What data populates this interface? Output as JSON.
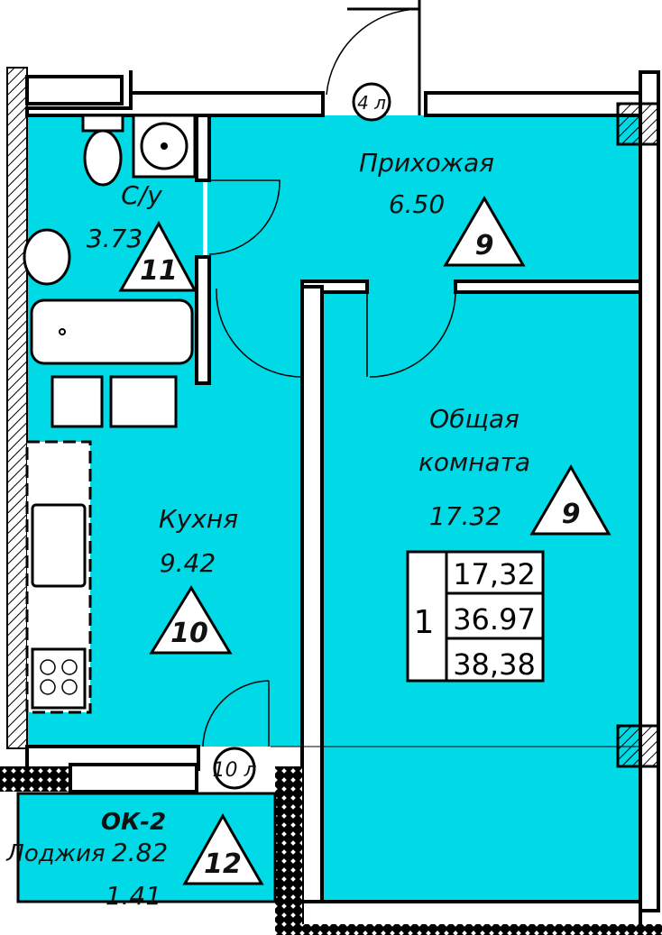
{
  "colors": {
    "room_fill": "#00d9e6",
    "wall": "#000000"
  },
  "rooms": [
    {
      "name": "Прихожая",
      "area": "6.50",
      "marker": "9"
    },
    {
      "name": "С/у",
      "area": "3.73",
      "marker": "11"
    },
    {
      "name_line1": "Общая",
      "name_line2": "комната",
      "area": "17.32",
      "marker": "9"
    },
    {
      "name": "Кухня",
      "area": "9.42",
      "marker": "10"
    },
    {
      "name": "Лоджия",
      "area": "2.82",
      "area_reduced": "1.41",
      "marker": "12",
      "window": "ОК-2"
    }
  ],
  "doors": {
    "entrance": "4 л",
    "balcony": "10 л"
  },
  "summary": {
    "rooms_count": "1",
    "living_area": "17,32",
    "total_area": "36.97",
    "total_with_loggia": "38,38"
  }
}
